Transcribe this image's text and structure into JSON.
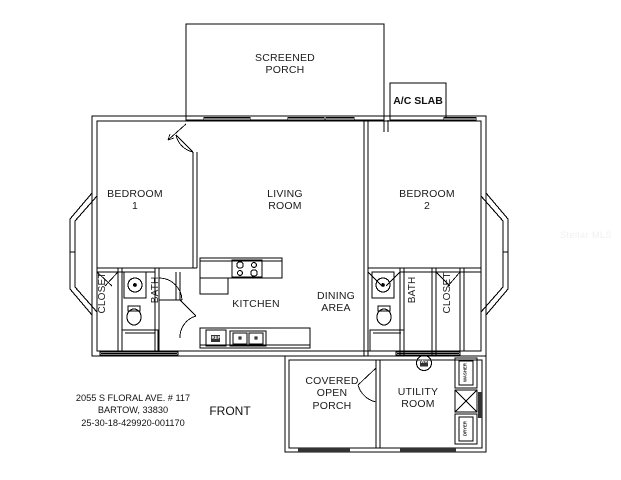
{
  "document": {
    "type": "floor-plan",
    "watermark": "Stellar MLS"
  },
  "property": {
    "address_line1": "2055 S FLORAL AVE. # 117",
    "address_line2": "BARTOW, 33830",
    "parcel_id": "25-30-18-429920-001170",
    "address_block": "2055 S FLORAL AVE. # 117\nBARTOW, 33830\n25-30-18-429920-001170"
  },
  "orientation": {
    "front_label": "FRONT"
  },
  "rooms": [
    {
      "id": "screened-porch",
      "label": "SCREENED\nPORCH"
    },
    {
      "id": "ac-slab",
      "label": "A/C\nSLAB"
    },
    {
      "id": "bedroom-1",
      "label": "BEDROOM\n1"
    },
    {
      "id": "bedroom-2",
      "label": "BEDROOM\n2"
    },
    {
      "id": "living-room",
      "label": "LIVING\nROOM"
    },
    {
      "id": "kitchen",
      "label": "KITCHEN"
    },
    {
      "id": "dining-area",
      "label": "DINING\nAREA"
    },
    {
      "id": "bath-left",
      "label": "BATH"
    },
    {
      "id": "bath-right",
      "label": "BATH"
    },
    {
      "id": "closet-left",
      "label": "CLOSET"
    },
    {
      "id": "closet-right",
      "label": "CLOSET"
    },
    {
      "id": "covered-open-porch",
      "label": "COVERED\nOPEN\nPORCH"
    },
    {
      "id": "utility-room",
      "label": "UTILITY\nROOM"
    }
  ],
  "fixtures": [
    {
      "id": "refrigerator",
      "label": "REF"
    },
    {
      "id": "washer",
      "label": "WASHER"
    },
    {
      "id": "dryer",
      "label": "DRYER"
    },
    {
      "id": "water-heater",
      "label": "WH"
    }
  ],
  "colors": {
    "wall": "#000000",
    "background": "#ffffff",
    "text": "#1a1a1a",
    "watermark": "#f0f0f0"
  }
}
